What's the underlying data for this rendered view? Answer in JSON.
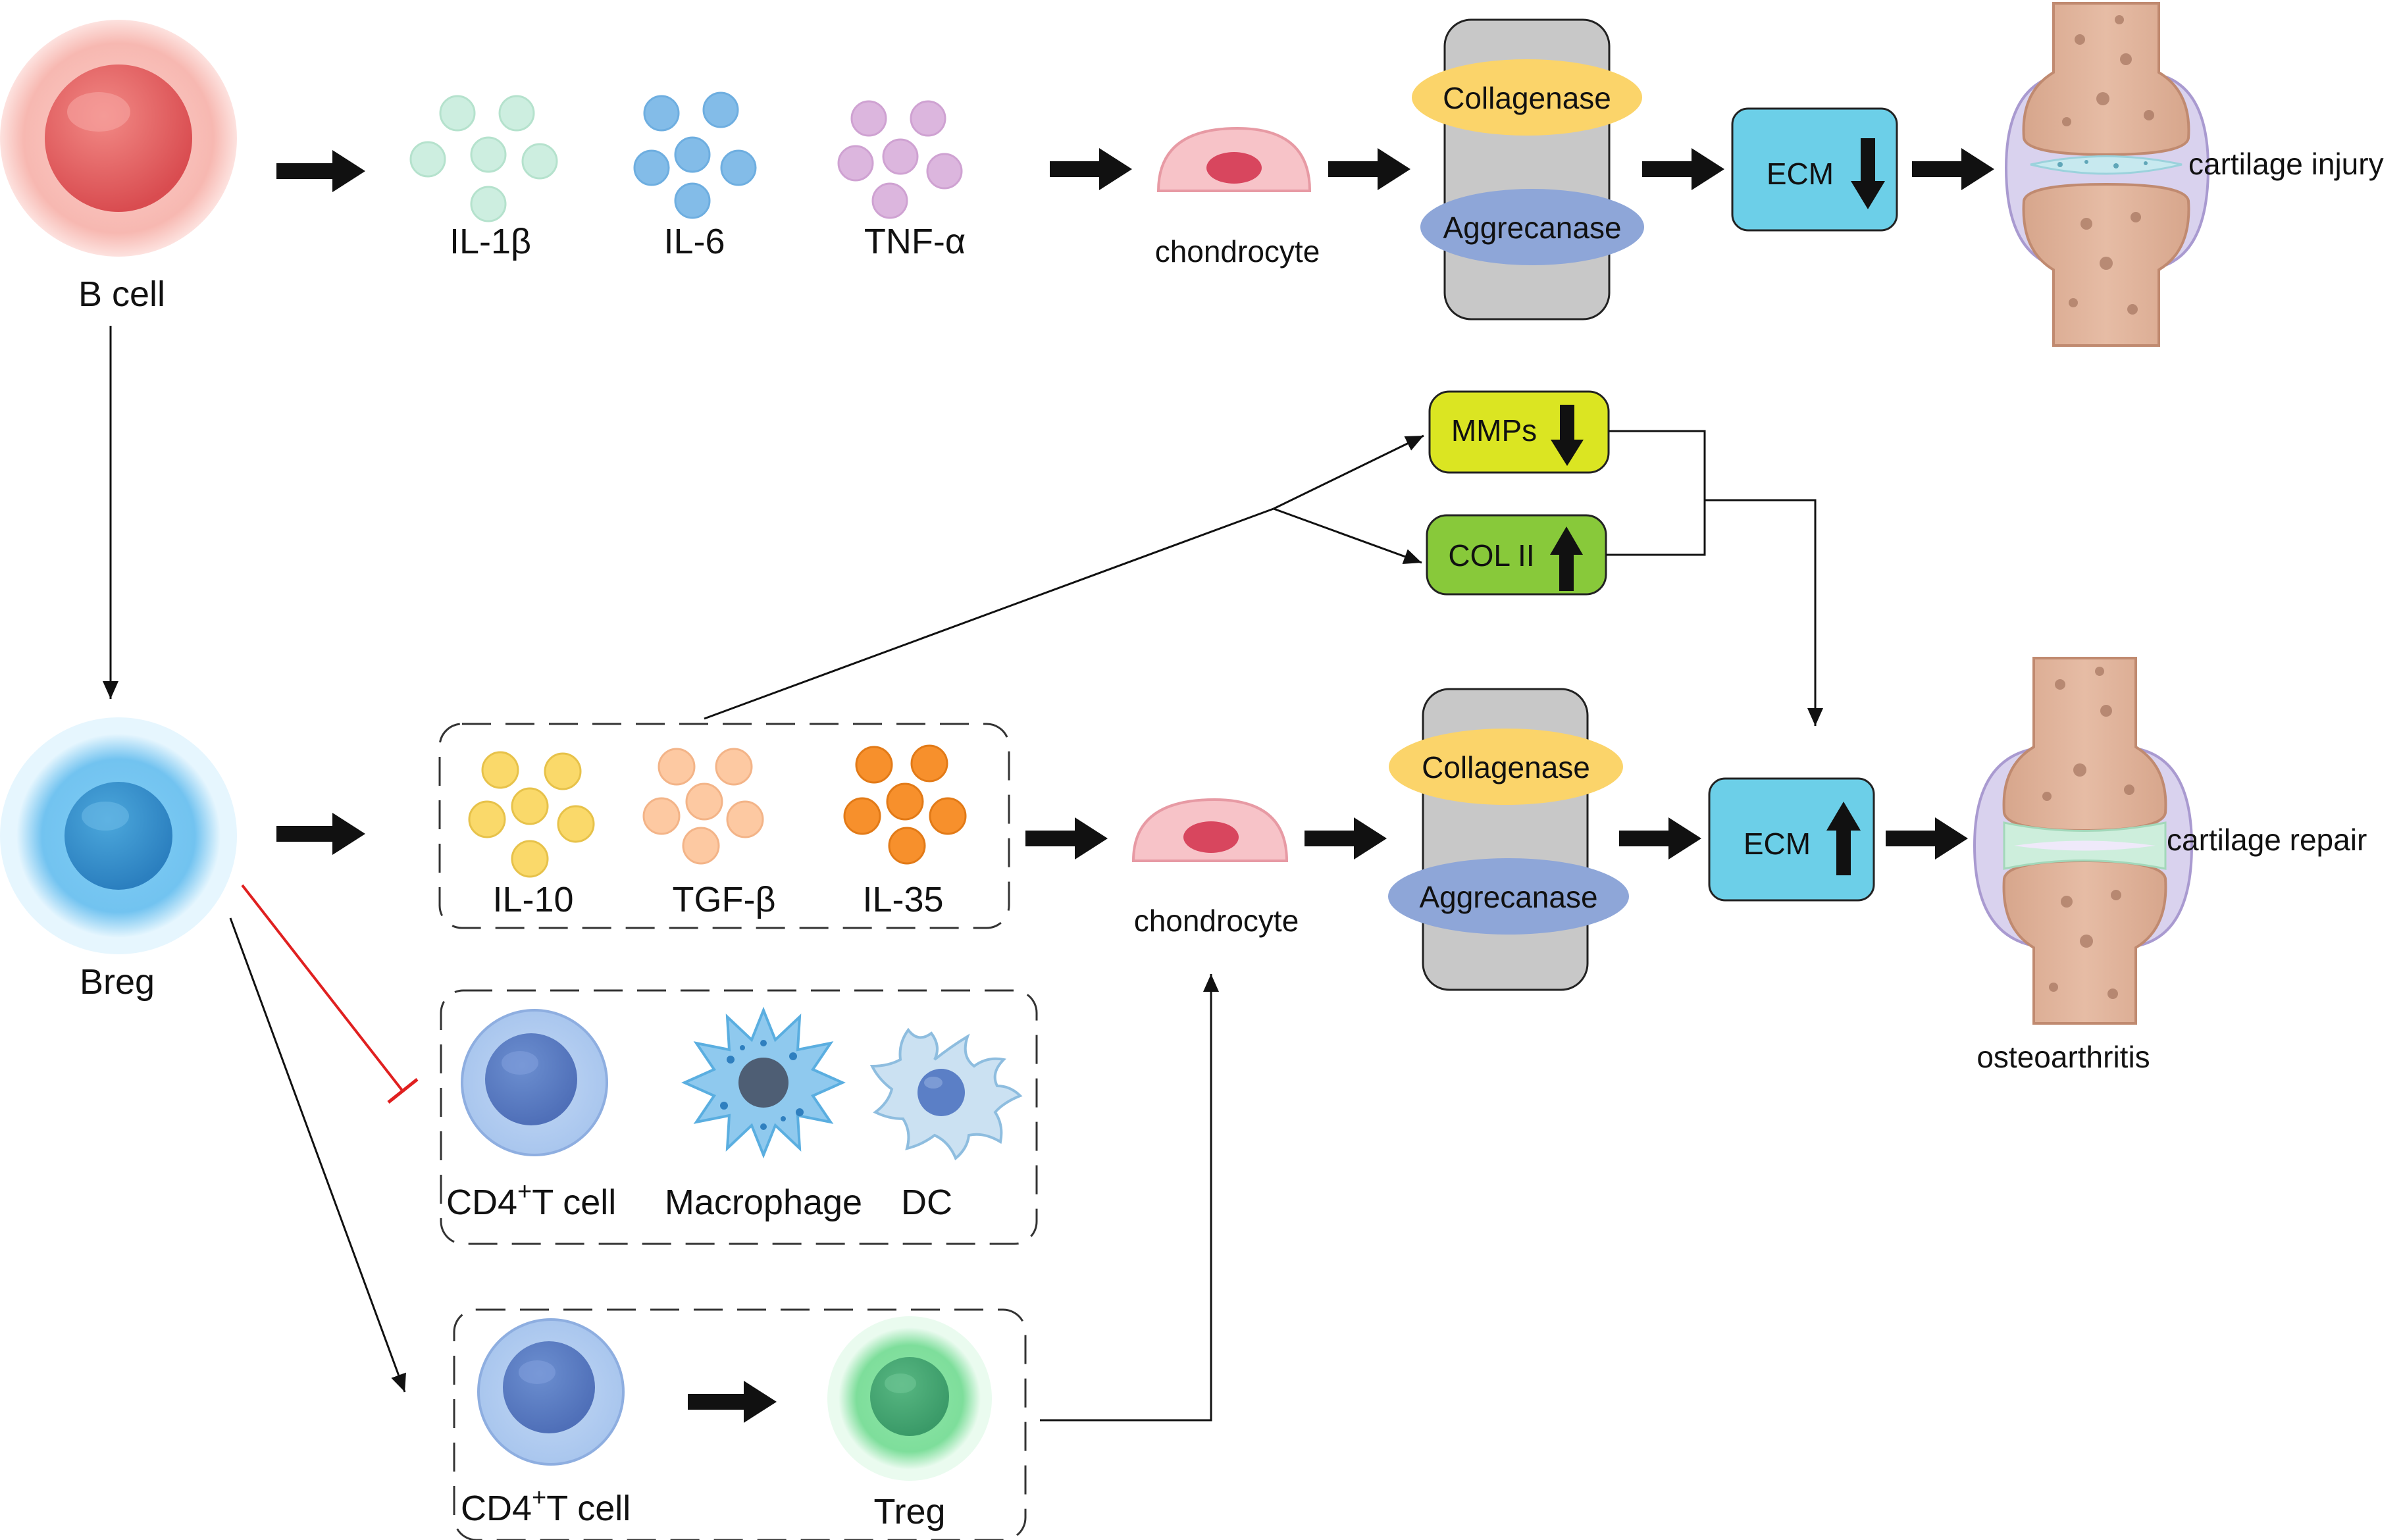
{
  "top_row": {
    "b_cell": "B cell",
    "cytokines": [
      "IL-1β",
      "IL-6",
      "TNF-α"
    ],
    "chondrocyte": "chondrocyte",
    "enzyme_1": "Collagenase",
    "enzyme_2": "Aggrecanase",
    "ecm": "ECM",
    "outcome": "cartilage injury"
  },
  "markers": {
    "mmps": "MMPs",
    "col2": "COL II"
  },
  "bottom_row": {
    "breg": "Breg",
    "cytokines": [
      "IL-10",
      "TGF-β",
      "IL-35"
    ],
    "chondrocyte": "chondrocyte",
    "enzyme_1": "Collagenase",
    "enzyme_2": "Aggrecanase",
    "ecm": "ECM",
    "outcome": "cartilage repair",
    "disease": "osteoarthritis"
  },
  "suppressed_cells": {
    "cd4_prefix": "CD4",
    "cd4_sup": "+",
    "cd4_suffix": "T cell",
    "macrophage": "Macrophage",
    "dc": "DC"
  },
  "conversion": {
    "cd4_prefix": "CD4",
    "cd4_sup": "+",
    "cd4_suffix": "T cell",
    "treg": "Treg"
  },
  "colors": {
    "b_cell": "#e86a6a",
    "breg": "#3d9ad6",
    "enzyme_panel": "#c8c8c8",
    "collagenase": "#fbd46a",
    "aggrecanase": "#8ea6d8",
    "ecm": "#6ccfe8",
    "mmps": "#dbe522",
    "col2": "#88c93a",
    "inhibition": "#e02020"
  }
}
